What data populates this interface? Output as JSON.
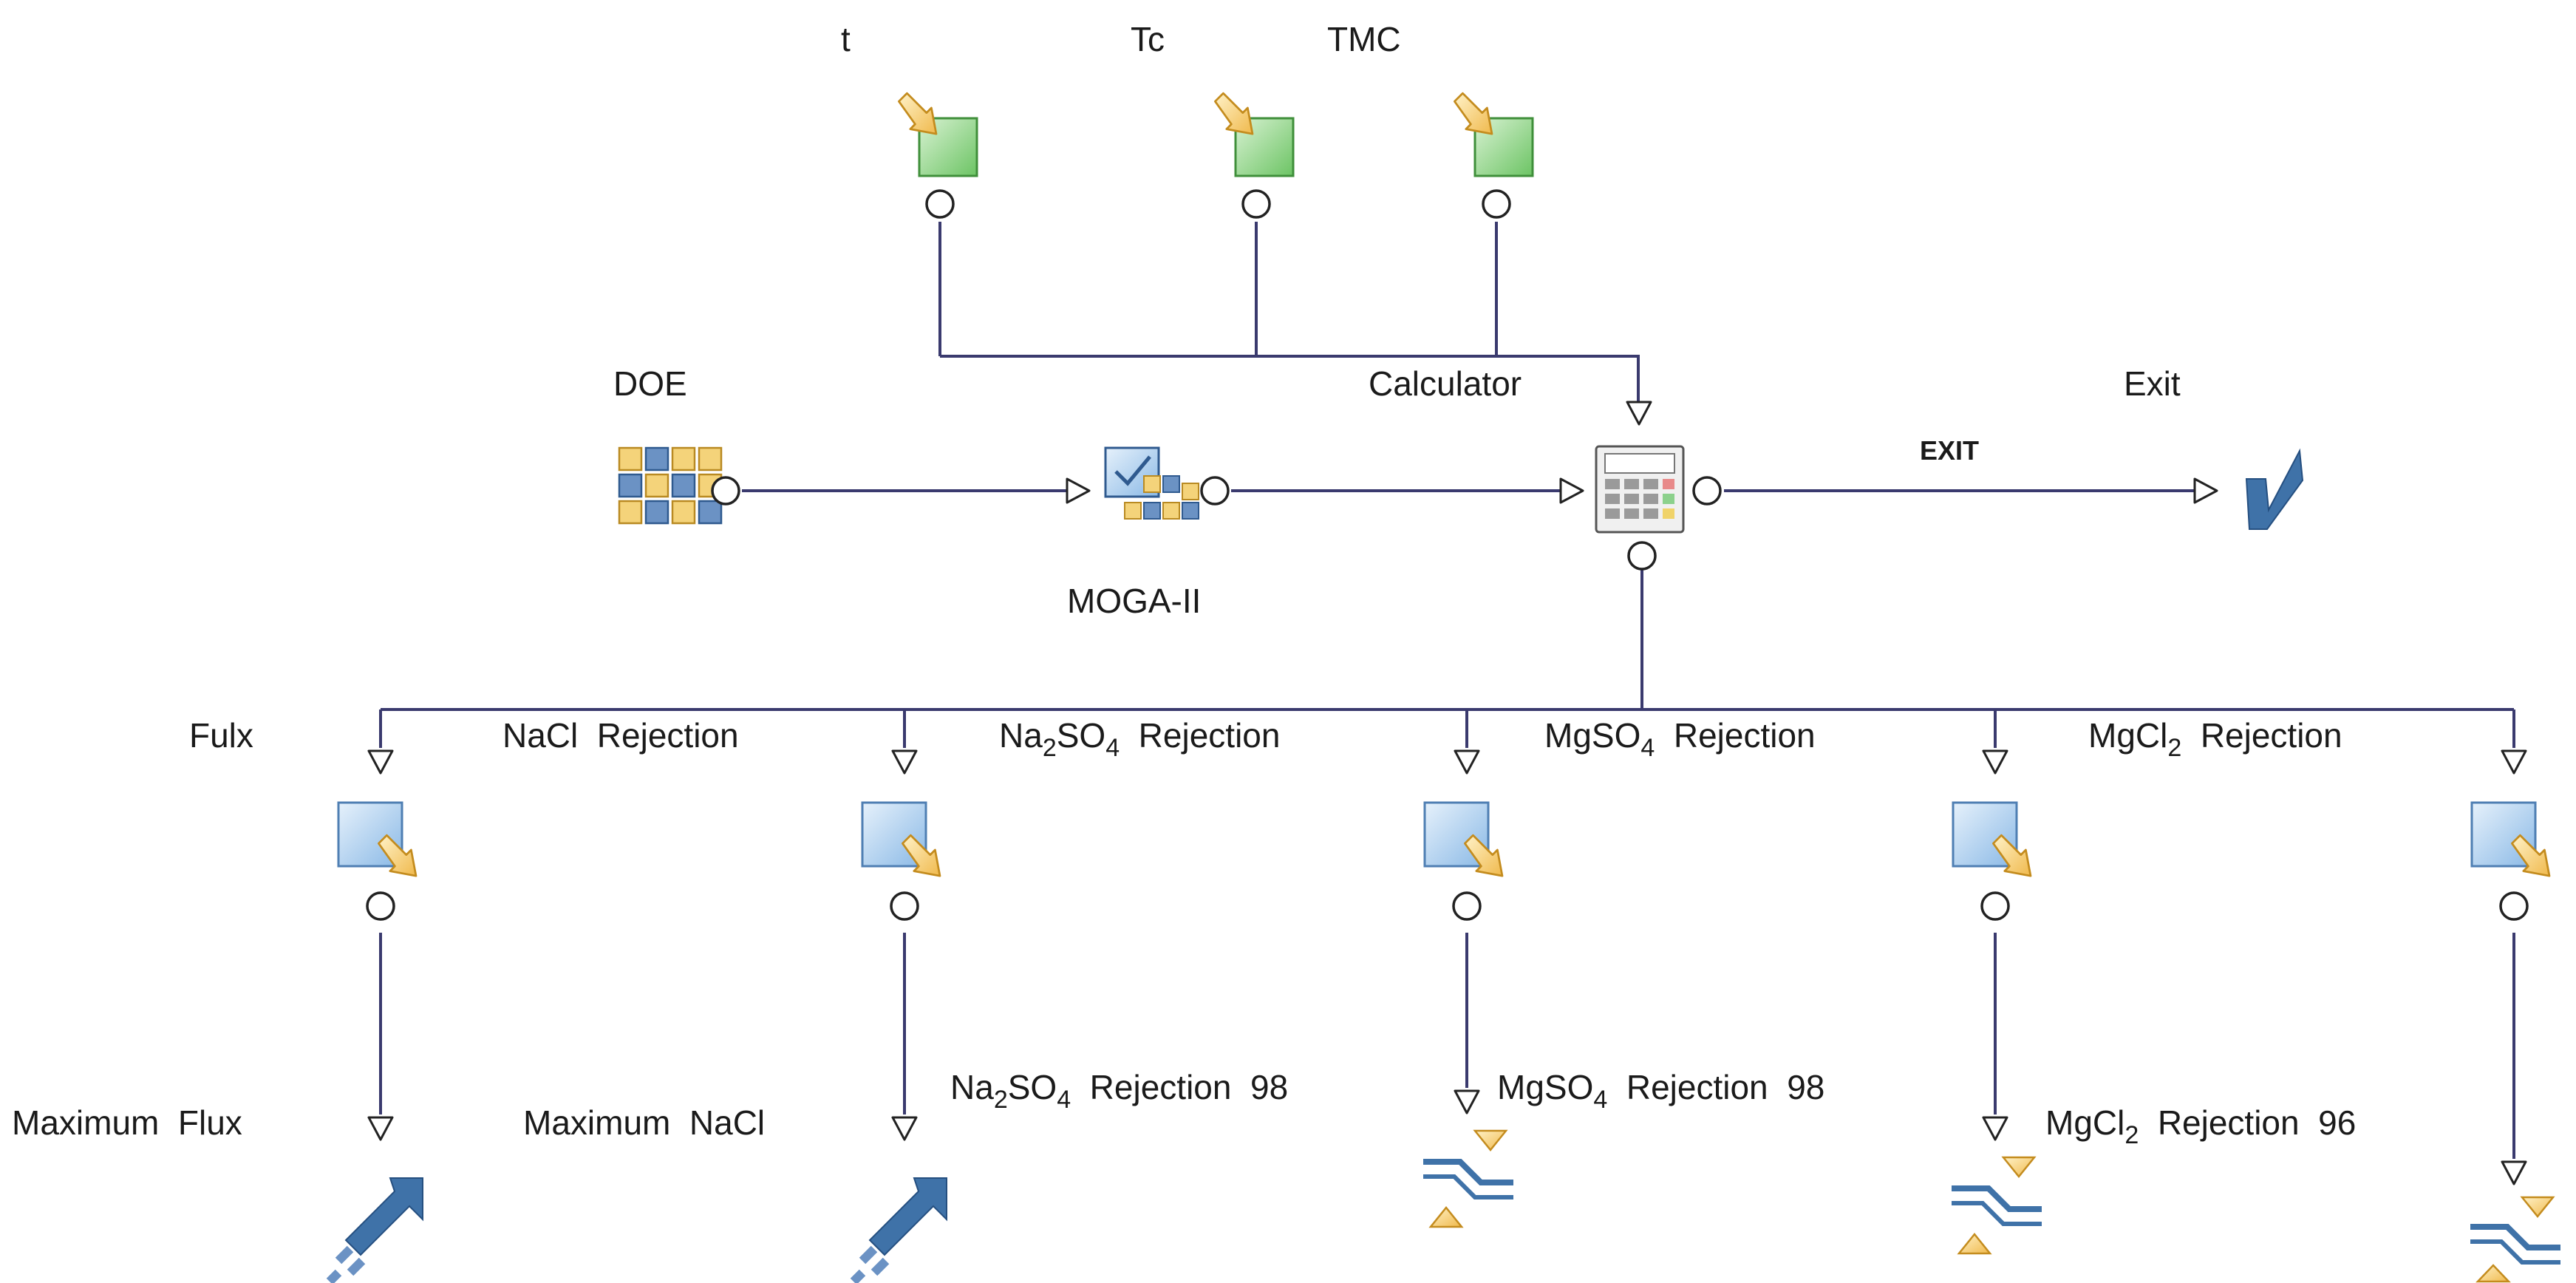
{
  "inputs": [
    {
      "id": "t",
      "label": "t"
    },
    {
      "id": "tc",
      "label": "Tc"
    },
    {
      "id": "tmc",
      "label": "TMC"
    }
  ],
  "nodes": {
    "doe": {
      "label": "DOE"
    },
    "moga": {
      "label": "MOGA-II"
    },
    "calculator": {
      "label": "Calculator"
    },
    "exit": {
      "label": "Exit"
    },
    "exit_edge": {
      "label": "EXIT"
    }
  },
  "outputs": [
    {
      "id": "flux",
      "label": "Fulx",
      "objective": "Maximum  Flux"
    },
    {
      "id": "nacl",
      "label_parts": [
        "NaCl  Rejection"
      ],
      "objective": "Maximum  NaCl"
    },
    {
      "id": "na2so4",
      "label_parts": [
        "Na",
        "2",
        "SO",
        "4",
        "  Rejection"
      ],
      "objective_parts": [
        "Na",
        "2",
        "SO",
        "4",
        "  Rejection  98"
      ]
    },
    {
      "id": "mgso4",
      "label_parts": [
        "MgSO",
        "4",
        "  Rejection"
      ],
      "objective_parts": [
        "MgSO",
        "4",
        "  Rejection  98"
      ]
    },
    {
      "id": "mgcl2",
      "label_parts": [
        "MgCl",
        "2",
        "  Rejection"
      ],
      "objective_parts": [
        "MgCl",
        "2",
        "  Rejection  96"
      ]
    }
  ],
  "colors": {
    "line": "#3a3a6e",
    "green_fill": "#7fcf7a",
    "blue_fill": "#a9cdf0",
    "arrow_yellow": "#f2c462",
    "icon_blue": "#3f72a8"
  }
}
